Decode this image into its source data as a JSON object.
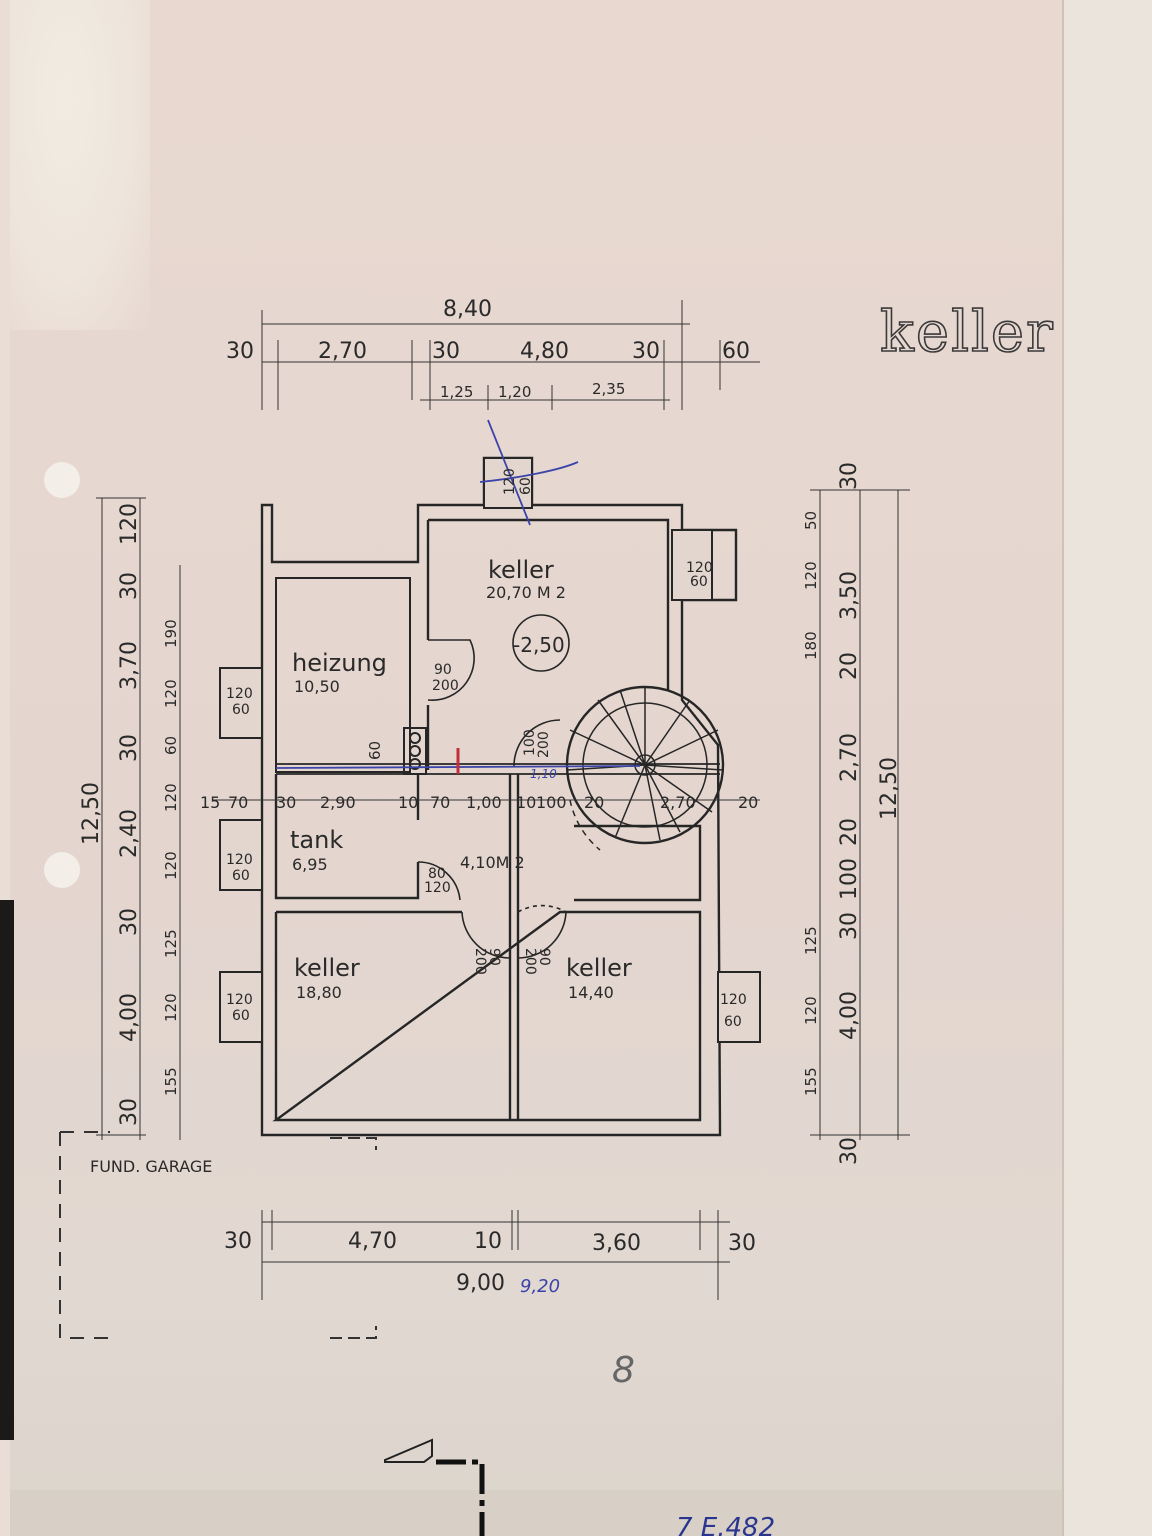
{
  "sheet": {
    "title": "keller",
    "colors": {
      "paper": "#e6d8d0",
      "ink": "#2a2a2a",
      "pen_blue": "#3b44a8",
      "red_mark": "#c0303a"
    }
  },
  "rooms": [
    {
      "name": "keller",
      "area": "20,70 M 2",
      "level": "-2,50"
    },
    {
      "name": "heizung",
      "area": "10,50"
    },
    {
      "name": "tank",
      "area": "6,95"
    },
    {
      "name": "",
      "area": "4,10M 2"
    },
    {
      "name": "keller",
      "area": "18,80"
    },
    {
      "name": "keller",
      "area": "14,40"
    }
  ],
  "windows": [
    {
      "w": "120",
      "h": "60"
    },
    {
      "w": "120",
      "h": "60"
    },
    {
      "w": "120",
      "h": "60"
    },
    {
      "w": "120",
      "h": "60"
    },
    {
      "w": "120",
      "h": "60"
    },
    {
      "w": "120",
      "h": "60"
    }
  ],
  "doors": [
    {
      "w": "90",
      "h": "200"
    },
    {
      "w": "100",
      "h": "200"
    },
    {
      "w": "80",
      "h": "120"
    },
    {
      "w": "90",
      "h": "200"
    },
    {
      "w": "90",
      "h": "200"
    }
  ],
  "dims_top": {
    "overall": "8,40",
    "row2": [
      "30",
      "2,70",
      "30",
      "4,80",
      "30",
      "60"
    ],
    "row3": [
      "1,25",
      "1,20",
      "2,35"
    ]
  },
  "dims_mid": [
    "15",
    "70",
    "30",
    "2,90",
    "10",
    "70",
    "1,00",
    "10",
    "100",
    "20",
    "2,70",
    "20"
  ],
  "dims_bottom": {
    "row1": [
      "30",
      "4,70",
      "10",
      "3,60",
      "30"
    ],
    "overall": "9,00",
    "handwritten": "9,20"
  },
  "dims_left": {
    "overall": "12,50",
    "row2": [
      "120",
      "30",
      "3,70",
      "30",
      "2,40",
      "30",
      "4,00",
      "30"
    ],
    "row3": [
      "190",
      "120",
      "60",
      "120",
      "120",
      "125",
      "120",
      "155"
    ],
    "chimney": "60"
  },
  "dims_right": {
    "overall": "12,50",
    "row2": [
      "30",
      "3,50",
      "20",
      "2,70",
      "20",
      "100",
      "30",
      "4,00",
      "30"
    ],
    "row3": [
      "50",
      "120",
      "180",
      "125",
      "120",
      "155"
    ]
  },
  "labels": {
    "garage": "FUND. GARAGE",
    "stair_note": "1,10",
    "page_mark": "8",
    "bottom_note": "7 E.482"
  }
}
